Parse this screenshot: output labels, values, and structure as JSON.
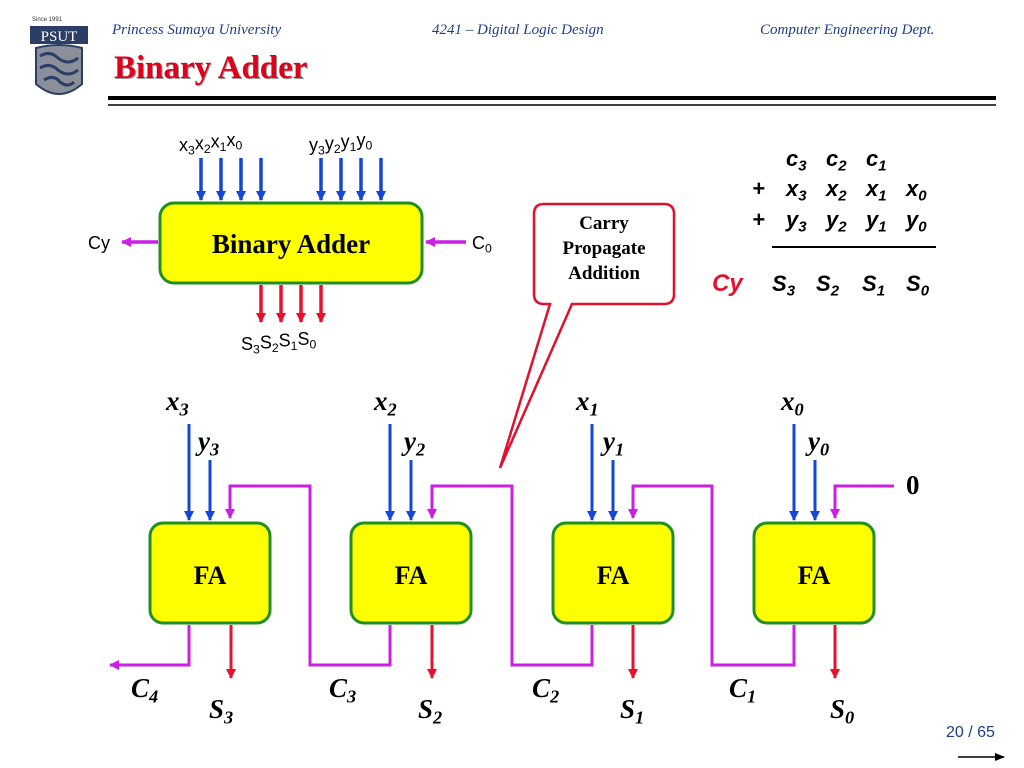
{
  "header": {
    "university": "Princess Sumaya University",
    "course": "4241 – Digital Logic Design",
    "department": "Computer Engineering Dept.",
    "logo_since": "Since 1991",
    "logo_text": "PSUT"
  },
  "slide": {
    "title": "Binary Adder",
    "page": "20 / 65"
  },
  "top_block": {
    "label": "Binary Adder",
    "x_inputs": [
      "x3",
      "x2",
      "x1",
      "x0"
    ],
    "y_inputs": [
      "y3",
      "y2",
      "y1",
      "y0"
    ],
    "outputs": [
      "S3",
      "S2",
      "S1",
      "S0"
    ],
    "carry_out": "Cy",
    "carry_in": "C0"
  },
  "callout": {
    "lines": [
      "Carry",
      "Propagate",
      "Addition"
    ]
  },
  "addition": {
    "carries": [
      "c3",
      "c2",
      "c1"
    ],
    "x_terms": [
      "x3",
      "x2",
      "x1",
      "x0"
    ],
    "y_terms": [
      "y3",
      "y2",
      "y1",
      "y0"
    ],
    "sums": [
      "S3",
      "S2",
      "S1",
      "S0"
    ],
    "plus": "+",
    "carry_out": "Cy"
  },
  "chain": {
    "cells": [
      {
        "label": "FA",
        "x": "x3",
        "y": "y3",
        "carry_out": "C4",
        "sum": "S3"
      },
      {
        "label": "FA",
        "x": "x2",
        "y": "y2",
        "carry_out": "C3",
        "sum": "S2"
      },
      {
        "label": "FA",
        "x": "x1",
        "y": "y1",
        "carry_out": "C2",
        "sum": "S1"
      },
      {
        "label": "FA",
        "x": "x0",
        "y": "y0",
        "carry_out": "C1",
        "sum": "S0"
      }
    ],
    "carry_in": "0"
  },
  "colors": {
    "blue": "#1446d8",
    "red": "#e8102e",
    "magenta": "#cc1fe6",
    "box_fill": "#ffff00",
    "box_stroke": "#1f8f1f",
    "title": "#e0001b",
    "header": "#1f3d8c"
  }
}
